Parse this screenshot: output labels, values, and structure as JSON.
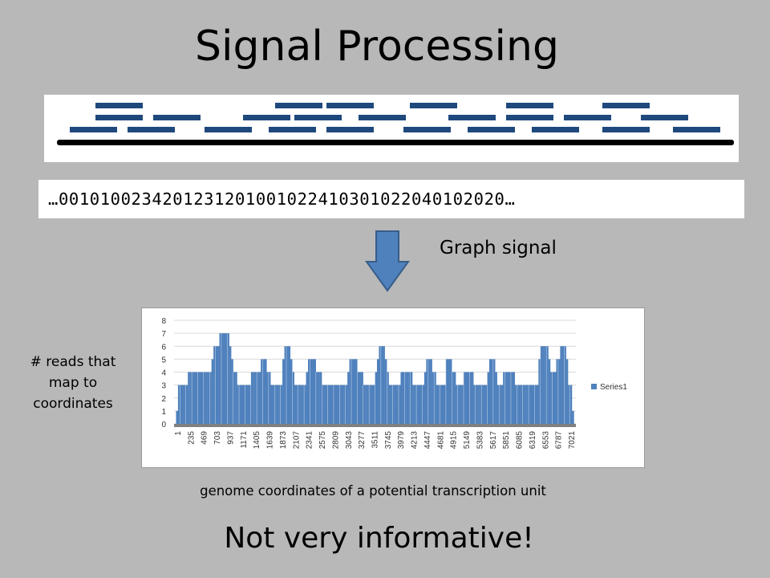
{
  "slide": {
    "title": "Signal Processing",
    "sequence_text": "…0010100234201231201001022410301022040102020…",
    "graph_signal_label": "Graph signal",
    "y_note": "# reads that map to coordinates",
    "x_note": "genome coordinates of a potential transcription unit",
    "footer": "Not very informative!"
  },
  "icons": {
    "arrow": "down-arrow-icon"
  },
  "colors": {
    "background": "#b8b8b8",
    "read_bar": "#1f497d",
    "series_fill": "#4f81bd",
    "baseline": "#808080"
  },
  "chart_data": {
    "type": "bar",
    "legend": [
      "Series1"
    ],
    "legend_position": "right",
    "ylim": [
      0,
      8
    ],
    "y_ticks": [
      "0",
      "1",
      "2",
      "3",
      "4",
      "5",
      "6",
      "7",
      "8"
    ],
    "x_tick_labels": [
      "1",
      "235",
      "469",
      "703",
      "937",
      "1171",
      "1405",
      "1639",
      "1873",
      "2107",
      "2341",
      "2575",
      "2809",
      "3043",
      "3277",
      "3511",
      "3745",
      "3979",
      "4213",
      "4447",
      "4681",
      "4915",
      "5149",
      "5383",
      "5617",
      "5851",
      "6085",
      "6319",
      "6553",
      "6787",
      "7021"
    ],
    "grid": true,
    "series": [
      {
        "name": "Series1",
        "values": [
          0,
          1,
          3,
          3,
          3,
          3,
          3,
          4,
          4,
          4,
          4,
          4,
          4,
          4,
          4,
          4,
          4,
          4,
          4,
          5,
          6,
          6,
          6,
          7,
          7,
          7,
          7,
          7,
          6,
          5,
          4,
          4,
          3,
          3,
          3,
          3,
          3,
          3,
          3,
          4,
          4,
          4,
          4,
          4,
          5,
          5,
          5,
          4,
          4,
          3,
          3,
          3,
          3,
          3,
          3,
          5,
          6,
          6,
          6,
          5,
          4,
          3,
          3,
          3,
          3,
          3,
          3,
          4,
          5,
          5,
          5,
          5,
          4,
          4,
          4,
          3,
          3,
          3,
          3,
          3,
          3,
          3,
          3,
          3,
          3,
          3,
          3,
          3,
          4,
          5,
          5,
          5,
          5,
          4,
          4,
          4,
          3,
          3,
          3,
          3,
          3,
          3,
          4,
          5,
          6,
          6,
          6,
          5,
          4,
          3,
          3,
          3,
          3,
          3,
          3,
          4,
          4,
          4,
          4,
          4,
          4,
          3,
          3,
          3,
          3,
          3,
          3,
          4,
          5,
          5,
          5,
          4,
          4,
          3,
          3,
          3,
          3,
          3,
          5,
          5,
          5,
          4,
          4,
          3,
          3,
          3,
          3,
          4,
          4,
          4,
          4,
          4,
          3,
          3,
          3,
          3,
          3,
          3,
          3,
          4,
          5,
          5,
          5,
          4,
          3,
          3,
          3,
          4,
          4,
          4,
          4,
          4,
          4,
          3,
          3,
          3,
          3,
          3,
          3,
          3,
          3,
          3,
          3,
          3,
          3,
          5,
          6,
          6,
          6,
          6,
          5,
          4,
          4,
          4,
          5,
          5,
          6,
          6,
          6,
          5,
          3,
          3,
          1,
          0
        ]
      }
    ]
  }
}
